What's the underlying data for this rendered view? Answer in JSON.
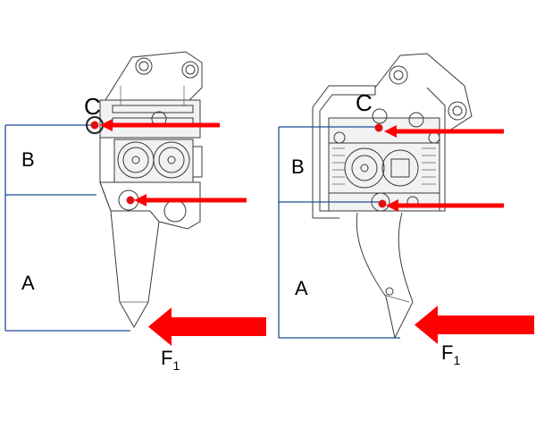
{
  "colors": {
    "arrow": "#ff0000",
    "point": "#e01010",
    "dimension_line": "#1f4e96",
    "drawing": "#3a3a3a"
  },
  "left": {
    "label_c": "C",
    "label_b": "B",
    "label_a": "A",
    "label_f": "F",
    "label_f_sub": "1"
  },
  "right": {
    "label_c": "C",
    "label_b": "B",
    "label_a": "A",
    "label_f": "F",
    "label_f_sub": "1"
  }
}
